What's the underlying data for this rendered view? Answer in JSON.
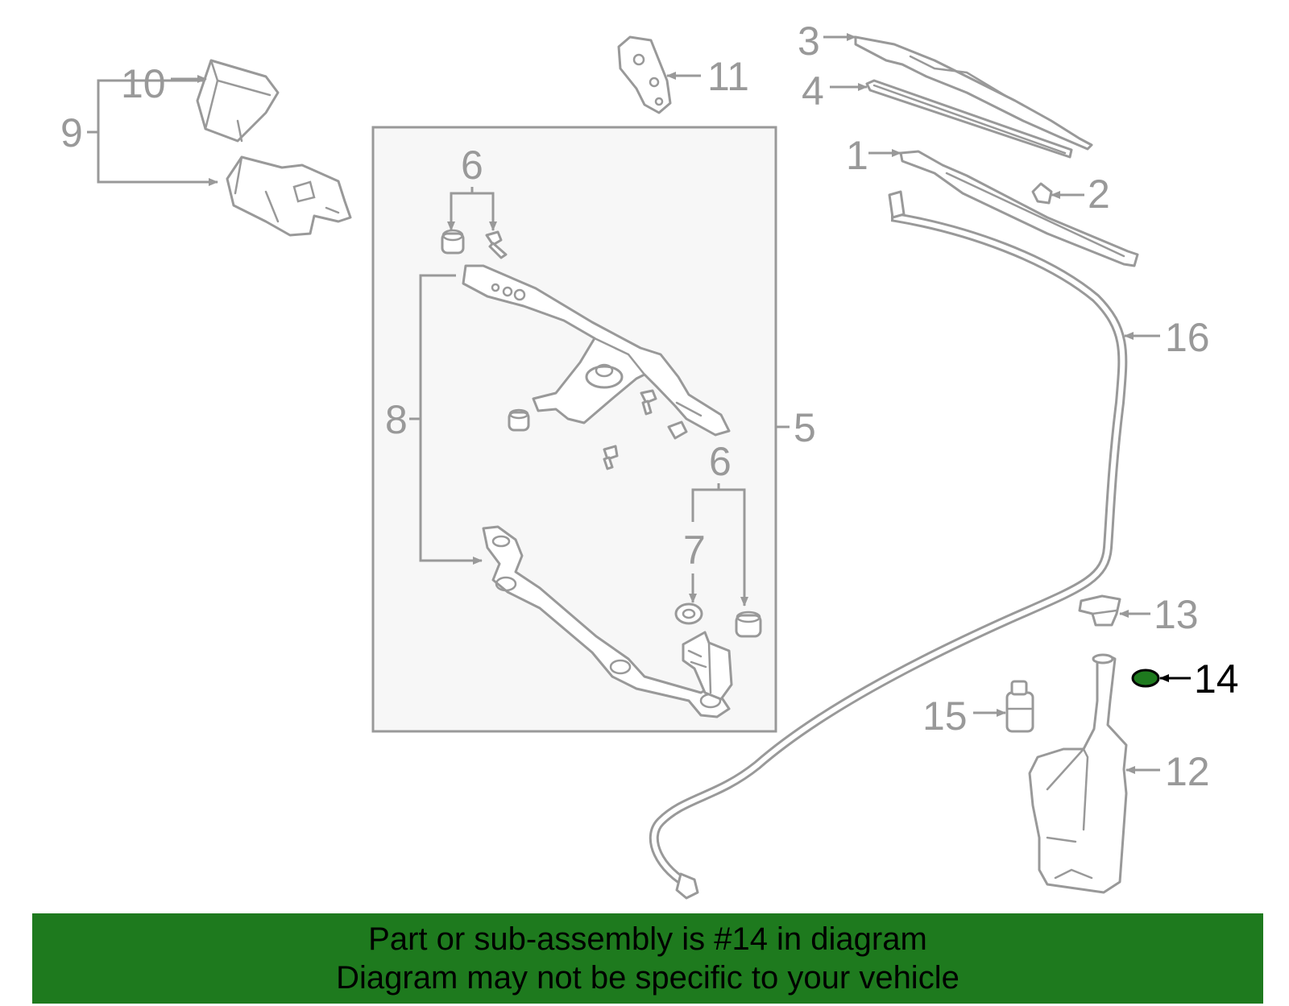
{
  "diagram": {
    "callouts": {
      "c1": "1",
      "c2": "2",
      "c3": "3",
      "c4": "4",
      "c5": "5",
      "c6a": "6",
      "c6b": "6",
      "c7": "7",
      "c8": "8",
      "c9": "9",
      "c10": "10",
      "c11": "11",
      "c12": "12",
      "c13": "13",
      "c14": "14",
      "c15": "15",
      "c16": "16"
    },
    "highlighted_part": "14",
    "colors": {
      "line_art": "#999999",
      "highlight_fill": "#1e7a1e",
      "highlight_stroke": "#000000",
      "banner_background": "#1e7a1e",
      "panel_background": "#f7f7f7"
    }
  },
  "banner": {
    "line1": "Part or sub-assembly is #14 in diagram",
    "line2": "Diagram may not be specific to your vehicle"
  }
}
